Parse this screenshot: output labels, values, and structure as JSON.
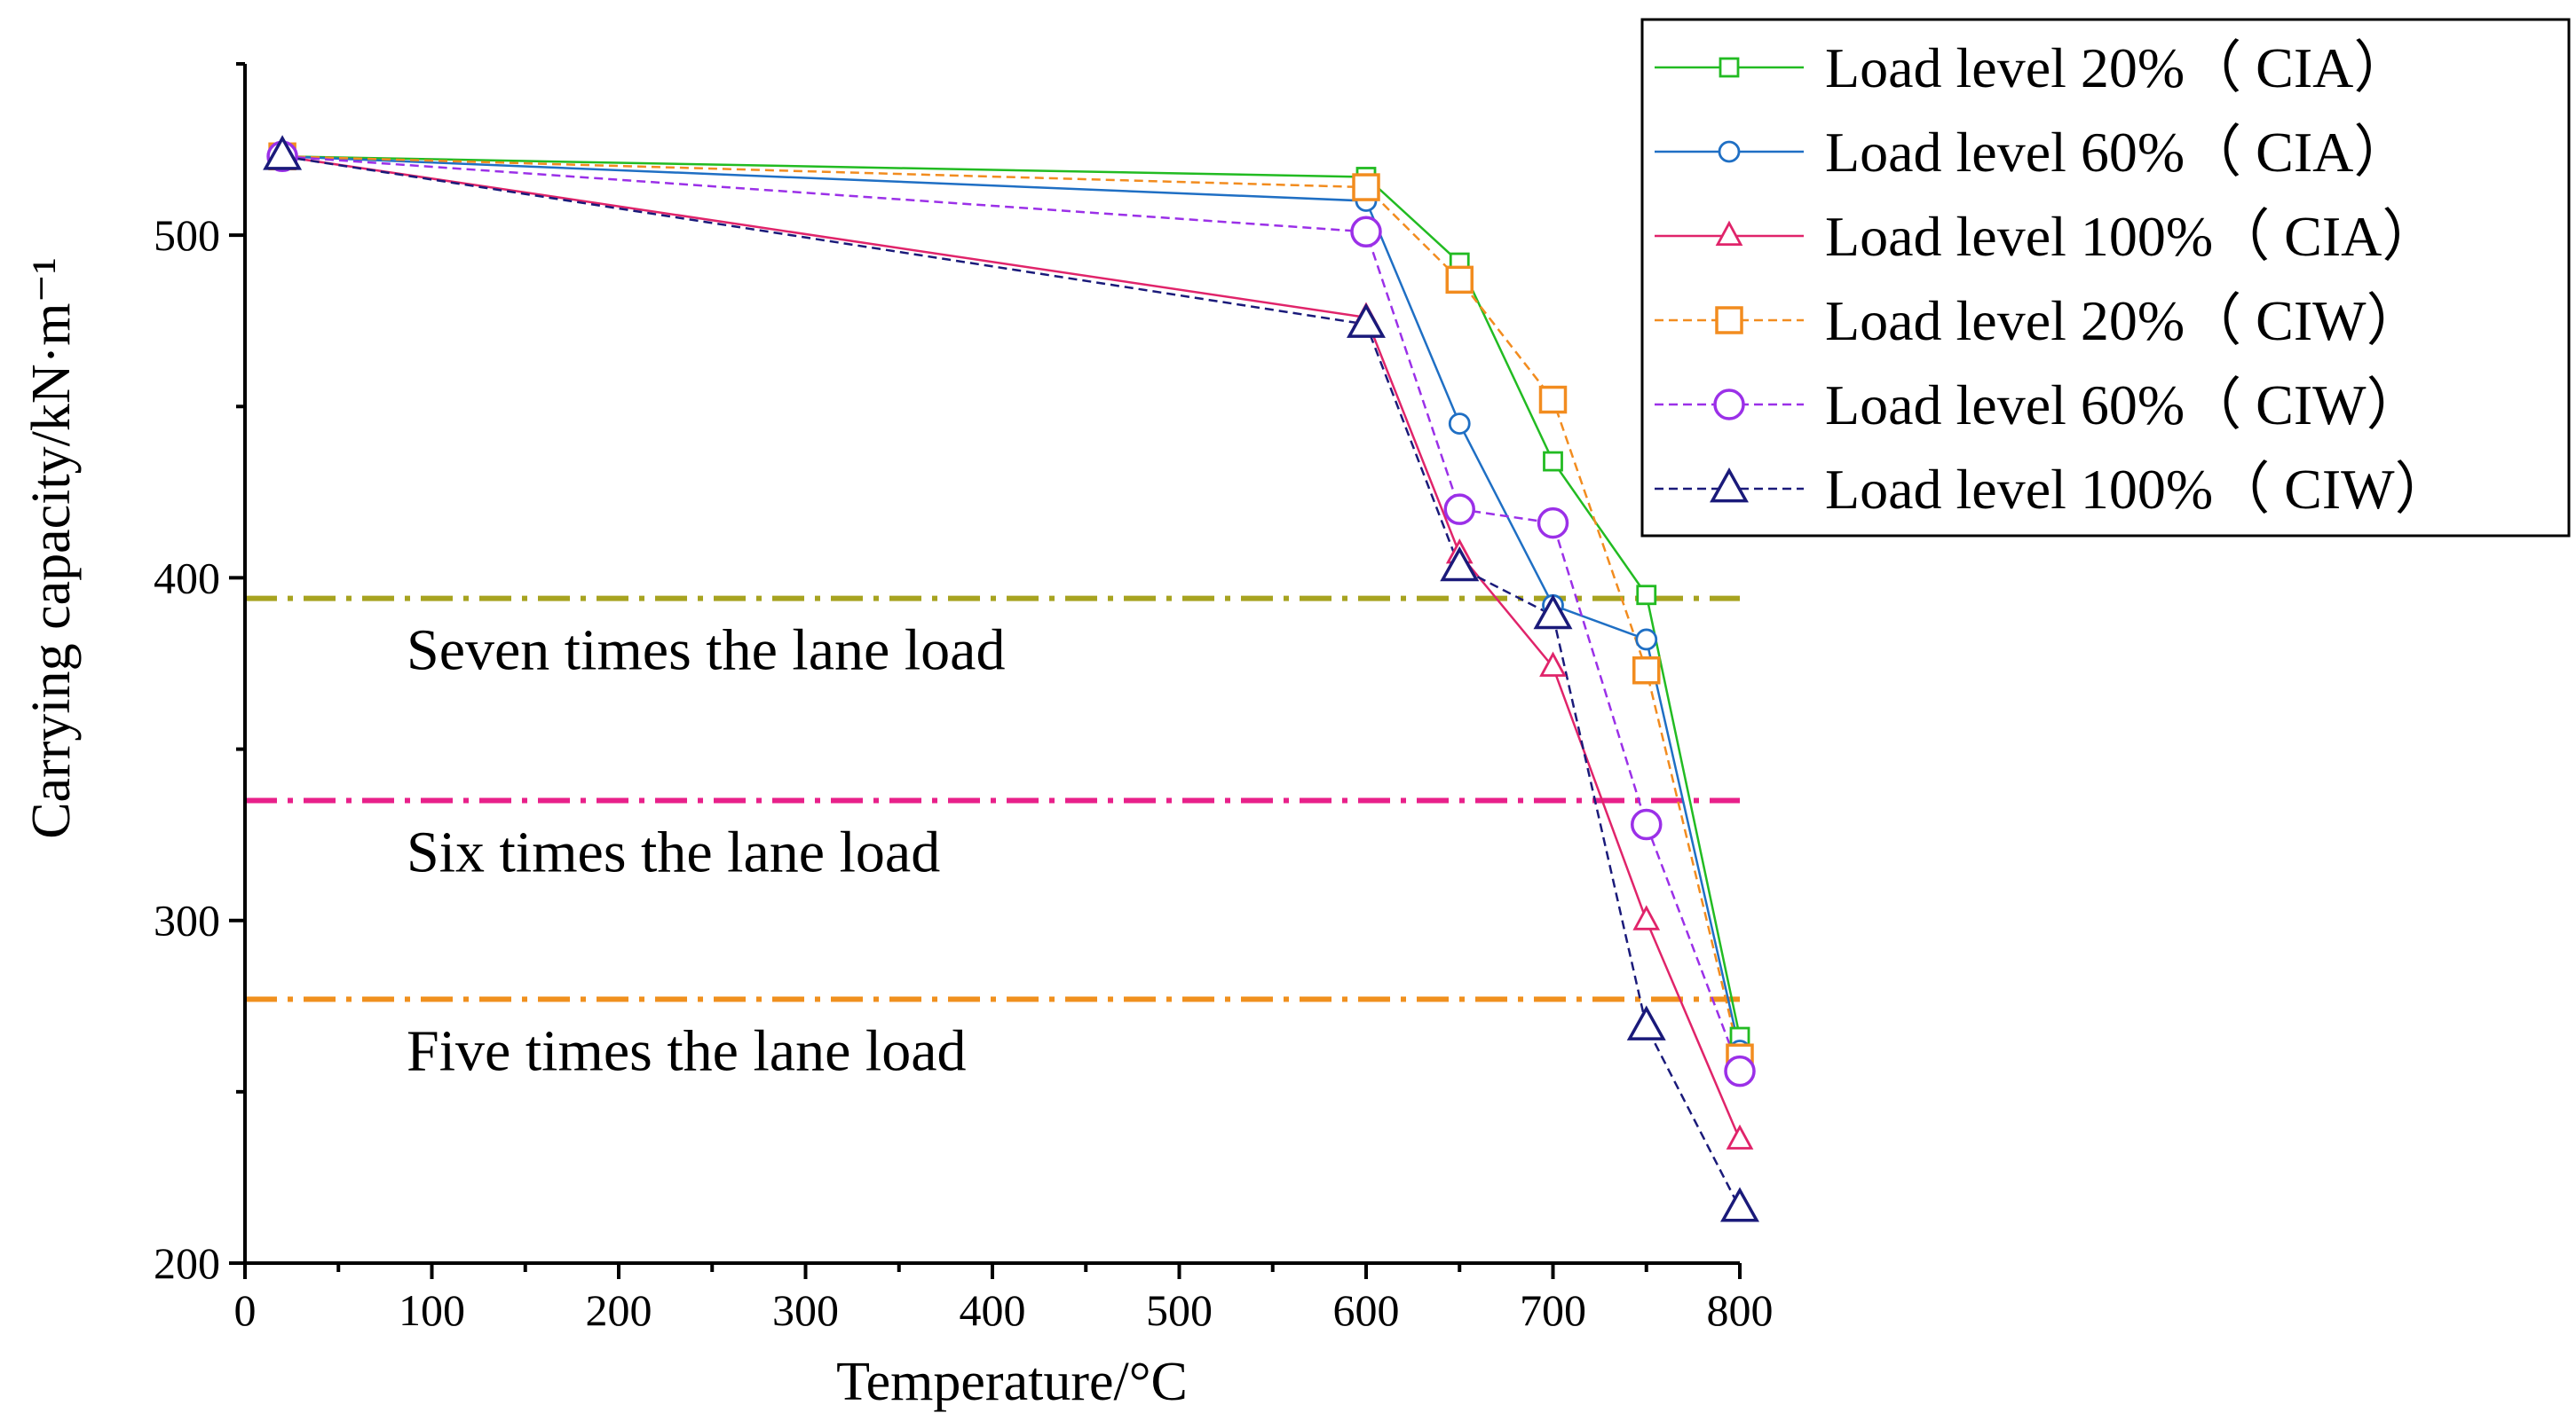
{
  "chart_data": {
    "type": "line",
    "xlabel": "Temperature/°C",
    "ylabel": "Carrying capacity/kN·m⁻¹",
    "xlim": [
      0,
      800
    ],
    "ylim": [
      200,
      550
    ],
    "xticks": [
      0,
      100,
      200,
      300,
      400,
      500,
      600,
      700,
      800
    ],
    "yticks": [
      200,
      300,
      400,
      500
    ],
    "grid": false,
    "legend_position": "top-right",
    "series": [
      {
        "name": "Load level 20%（ CIA）",
        "color": "#22bb22",
        "marker": "square-small",
        "dash": "solid",
        "x": [
          20,
          600,
          650,
          700,
          750,
          800
        ],
        "y": [
          523,
          517,
          492,
          434,
          395,
          266
        ]
      },
      {
        "name": "Load level 60%（ CIA）",
        "color": "#1f6fc4",
        "marker": "circle-small",
        "dash": "solid",
        "x": [
          20,
          600,
          650,
          700,
          750,
          800
        ],
        "y": [
          523,
          510,
          445,
          392,
          382,
          262
        ]
      },
      {
        "name": "Load level 100%（ CIA）",
        "color": "#e0246a",
        "marker": "triangle-small",
        "dash": "solid",
        "x": [
          20,
          600,
          650,
          700,
          750,
          800
        ],
        "y": [
          523,
          476,
          407,
          374,
          300,
          236
        ]
      },
      {
        "name": "Load level 20%（ CIW）",
        "color": "#f28c1f",
        "marker": "square-large",
        "dash": "dashed",
        "x": [
          20,
          600,
          650,
          700,
          750,
          800
        ],
        "y": [
          523,
          514,
          487,
          452,
          373,
          260
        ]
      },
      {
        "name": "Load level 60%（ CIW）",
        "color": "#9b30e8",
        "marker": "circle-large",
        "dash": "dashed",
        "x": [
          20,
          600,
          650,
          700,
          750,
          800
        ],
        "y": [
          523,
          501,
          420,
          416,
          328,
          256
        ]
      },
      {
        "name": "Load level 100%（ CIW）",
        "color": "#1a1a7a",
        "marker": "triangle-large",
        "dash": "dashed",
        "x": [
          20,
          600,
          650,
          700,
          750,
          800
        ],
        "y": [
          523,
          474,
          403,
          389,
          269,
          216
        ]
      }
    ],
    "reference_lines": [
      {
        "label": "Seven times the lane load",
        "y": 394,
        "color": "#a7a320"
      },
      {
        "label": "Six times the lane load",
        "y": 335,
        "color": "#e8208a"
      },
      {
        "label": "Five times the lane load",
        "y": 277,
        "color": "#f0901e"
      }
    ]
  }
}
